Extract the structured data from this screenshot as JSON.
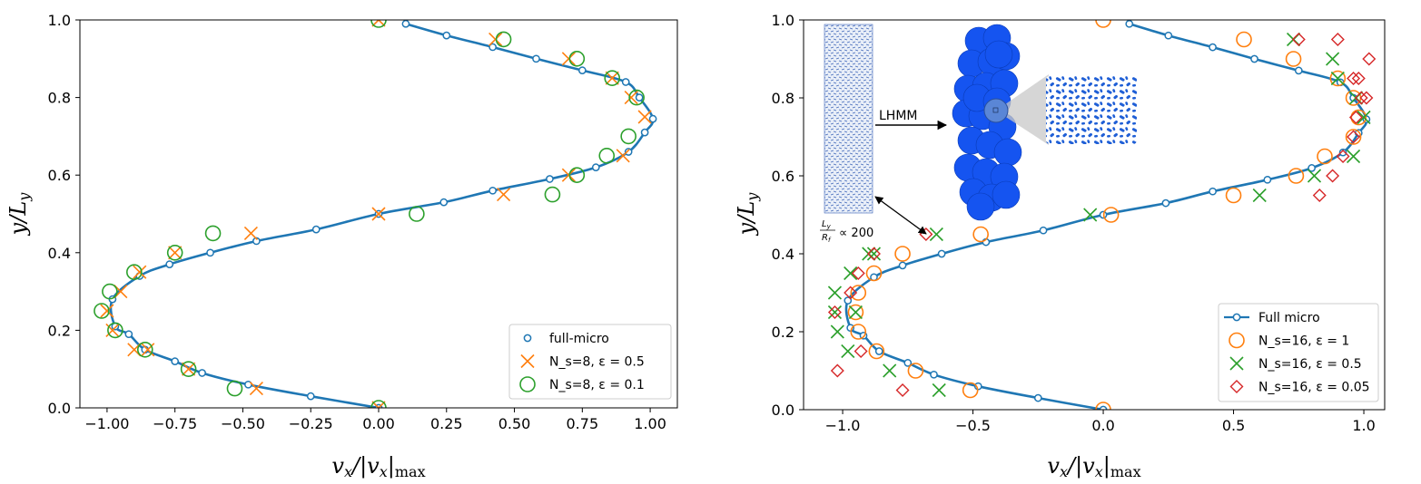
{
  "chart_data": [
    {
      "type": "scatter",
      "xlabel": "v_x/|v_x|_max",
      "ylabel": "y/L_y",
      "xlim": [
        -1.1,
        1.1
      ],
      "ylim": [
        0,
        1
      ],
      "xticks": [
        "−1.00",
        "−0.75",
        "−0.50",
        "−0.25",
        "0.00",
        "0.25",
        "0.50",
        "0.75",
        "1.00"
      ],
      "xtick_values": [
        -1.0,
        -0.75,
        -0.5,
        -0.25,
        0.0,
        0.25,
        0.5,
        0.75,
        1.0
      ],
      "yticks": [
        "0.0",
        "0.2",
        "0.4",
        "0.6",
        "0.8",
        "1.0"
      ],
      "ytick_values": [
        0.0,
        0.2,
        0.4,
        0.6,
        0.8,
        1.0
      ],
      "legend_position": "lower-right",
      "series": [
        {
          "name": "full-micro",
          "marker": "small-circle",
          "color": "#1f77b4",
          "line": true,
          "x": [
            0.0,
            -0.25,
            -0.48,
            -0.65,
            -0.75,
            -0.86,
            -0.92,
            -0.97,
            -0.98,
            -0.88,
            -0.77,
            -0.62,
            -0.45,
            -0.23,
            0.0,
            0.24,
            0.42,
            0.63,
            0.8,
            0.92,
            0.98,
            1.01,
            0.96,
            0.91,
            0.75,
            0.58,
            0.42,
            0.25,
            0.1
          ],
          "y": [
            0.0,
            0.03,
            0.06,
            0.09,
            0.12,
            0.15,
            0.19,
            0.21,
            0.28,
            0.34,
            0.37,
            0.4,
            0.43,
            0.46,
            0.5,
            0.53,
            0.56,
            0.59,
            0.62,
            0.66,
            0.71,
            0.745,
            0.8,
            0.84,
            0.87,
            0.9,
            0.93,
            0.96,
            0.99
          ]
        },
        {
          "name": "N_s=8, ε = 0.5",
          "marker": "x",
          "color": "#ff7f0e",
          "x": [
            0.0,
            -0.45,
            -0.7,
            -0.85,
            -0.9,
            -0.98,
            -1.0,
            -0.95,
            -0.88,
            -0.75,
            -0.47,
            0.0,
            0.46,
            0.7,
            0.9,
            0.98,
            0.93,
            0.86,
            0.7,
            0.43,
            0.0
          ],
          "y": [
            0.0,
            0.05,
            0.1,
            0.15,
            0.15,
            0.2,
            0.25,
            0.3,
            0.35,
            0.4,
            0.45,
            0.5,
            0.55,
            0.6,
            0.65,
            0.75,
            0.8,
            0.85,
            0.9,
            0.95,
            1.0
          ]
        },
        {
          "name": "N_s=8, ε = 0.1",
          "marker": "circle",
          "color": "#2ca02c",
          "x": [
            0.0,
            -0.53,
            -0.7,
            -0.86,
            -0.97,
            -1.02,
            -0.99,
            -0.9,
            -0.75,
            -0.61,
            0.14,
            0.64,
            0.73,
            0.84,
            0.92,
            0.95,
            0.86,
            0.73,
            0.46,
            0.0
          ],
          "y": [
            0.0,
            0.05,
            0.1,
            0.15,
            0.2,
            0.25,
            0.3,
            0.35,
            0.4,
            0.45,
            0.5,
            0.55,
            0.6,
            0.65,
            0.7,
            0.8,
            0.85,
            0.9,
            0.95,
            1.0
          ]
        }
      ]
    },
    {
      "type": "scatter",
      "xlabel": "v_x/|v_x|_max",
      "ylabel": "y/L_y",
      "xlim": [
        -1.15,
        1.08
      ],
      "ylim": [
        0,
        1
      ],
      "xticks": [
        "−1.0",
        "−0.5",
        "0.0",
        "0.5",
        "1.0"
      ],
      "xtick_values": [
        -1.0,
        -0.5,
        0.0,
        0.5,
        1.0
      ],
      "yticks": [
        "0.0",
        "0.2",
        "0.4",
        "0.6",
        "0.8",
        "1.0"
      ],
      "ytick_values": [
        0.0,
        0.2,
        0.4,
        0.6,
        0.8,
        1.0
      ],
      "legend_position": "lower-right",
      "series": [
        {
          "name": "Full micro",
          "marker": "small-circle-line",
          "color": "#1f77b4",
          "line": true,
          "x": [
            0.0,
            -0.25,
            -0.48,
            -0.65,
            -0.75,
            -0.86,
            -0.92,
            -0.97,
            -0.98,
            -0.88,
            -0.77,
            -0.62,
            -0.45,
            -0.23,
            0.0,
            0.24,
            0.42,
            0.63,
            0.8,
            0.92,
            0.98,
            1.01,
            0.96,
            0.91,
            0.75,
            0.58,
            0.42,
            0.25,
            0.1
          ],
          "y": [
            0.0,
            0.03,
            0.06,
            0.09,
            0.12,
            0.15,
            0.19,
            0.21,
            0.28,
            0.34,
            0.37,
            0.4,
            0.43,
            0.46,
            0.5,
            0.53,
            0.56,
            0.59,
            0.62,
            0.66,
            0.71,
            0.745,
            0.8,
            0.84,
            0.87,
            0.9,
            0.93,
            0.96,
            0.99
          ]
        },
        {
          "name": "N_s=16, ε = 1",
          "marker": "circle",
          "color": "#ff7f0e",
          "x": [
            0.0,
            -0.51,
            -0.72,
            -0.87,
            -0.94,
            -0.95,
            -0.94,
            -0.88,
            -0.77,
            -0.47,
            0.03,
            0.5,
            0.74,
            0.85,
            0.96,
            0.98,
            0.96,
            0.9,
            0.73,
            0.54,
            0.0
          ],
          "y": [
            0.0,
            0.05,
            0.1,
            0.15,
            0.2,
            0.25,
            0.3,
            0.35,
            0.4,
            0.45,
            0.5,
            0.55,
            0.6,
            0.65,
            0.7,
            0.75,
            0.8,
            0.85,
            0.9,
            0.95,
            1.0
          ]
        },
        {
          "name": "N_s=16, ε = 0.5",
          "marker": "x",
          "color": "#2ca02c",
          "x": [
            -1.02,
            -0.98,
            -0.82,
            -0.63,
            -0.95,
            -1.03,
            -1.03,
            -0.97,
            -0.9,
            -0.88,
            -0.64,
            -0.05,
            0.6,
            0.81,
            0.96,
            1.0,
            0.97,
            0.9,
            0.88,
            0.73
          ],
          "y": [
            0.2,
            0.15,
            0.1,
            0.05,
            0.25,
            0.3,
            0.25,
            0.35,
            0.4,
            0.4,
            0.45,
            0.5,
            0.55,
            0.6,
            0.65,
            0.75,
            0.8,
            0.85,
            0.9,
            0.95
          ]
        },
        {
          "name": "N_s=16, ε = 0.05",
          "marker": "diamond",
          "color": "#d62728",
          "x": [
            -1.02,
            -0.93,
            -0.77,
            -1.03,
            -0.94,
            -0.97,
            -0.88,
            -0.68,
            0.83,
            0.88,
            0.92,
            0.96,
            0.97,
            0.99,
            1.01,
            0.96,
            0.9,
            0.98,
            1.02,
            0.75
          ],
          "y": [
            0.1,
            0.15,
            0.05,
            0.25,
            0.35,
            0.3,
            0.4,
            0.45,
            0.55,
            0.6,
            0.65,
            0.7,
            0.75,
            0.8,
            0.8,
            0.85,
            0.95,
            0.85,
            0.9,
            0.95
          ]
        }
      ],
      "inset": {
        "arrow_label": "LHMM",
        "scale_annotation": "L_y/R_f ∝ 200"
      }
    }
  ]
}
